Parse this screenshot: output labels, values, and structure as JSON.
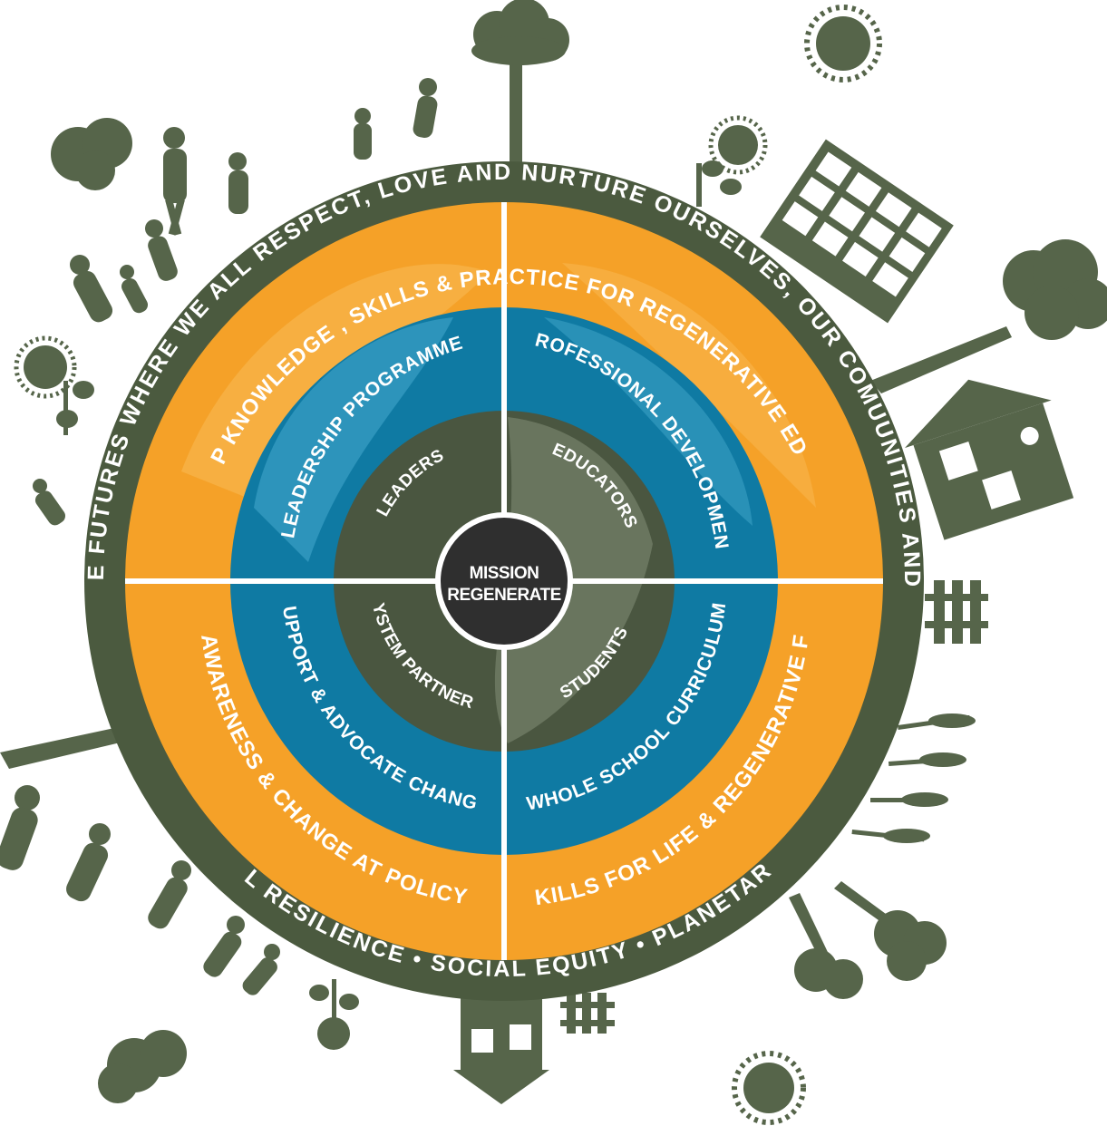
{
  "colors": {
    "ring_green": "#4b5a3f",
    "silhouette": "#56654a",
    "orange": "#f5a128",
    "orange_light": "#f8b54c",
    "blue": "#0f7aa3",
    "blue_light": "#3aa0c4",
    "inner_green": "#4a5640",
    "inner_grey": "#6f7a64",
    "center": "#2f2f2f",
    "divider": "#ffffff"
  },
  "outer_ring": {
    "top_text": "REGENERATIVE FUTURES WHERE WE ALL RESPECT, LOVE AND NURTURE OURSELVES, OUR COMUUNITIES AND OUR PLANET",
    "bottom_text": "EMOTIONAL RESILIENCE • SOCIAL EQUITY • PLANETARY HEALTH"
  },
  "orange_ring": {
    "top": "DEVELOP KNOWLEDGE , SKILLS & PRACTICE FOR REGENERATIVE EDUCATION",
    "bottom_left": "BUILD AWARENESS & CHANGE AT POLICY LEVEL",
    "bottom_right": "BUILD SKILLS FOR LIFE & REGENERATIVE FUTURES"
  },
  "blue_ring": {
    "top_left": "LEADERSHIP PROGRAMME",
    "top_right": "PROFESSIONAL DEVELOPMENT",
    "bottom_left": "SUPPORT & ADVOCATE CHANGE",
    "bottom_right": "WHOLE SCHOOL CURRICULUM"
  },
  "inner_ring": {
    "top_left": "LEADERS",
    "top_right": "EDUCATORS",
    "bottom_left": "SYSTEM PARTNERS",
    "bottom_right": "STUDENTS"
  },
  "center": {
    "line1": "MISSION",
    "line2": "REGENERATE"
  },
  "icons": [
    "tree-icon",
    "sun-icon",
    "solar-panel-icon",
    "house-icon",
    "fence-icon",
    "wheat-icon",
    "sunflower-icon",
    "cloud-icon",
    "people-silhouette-icon"
  ]
}
